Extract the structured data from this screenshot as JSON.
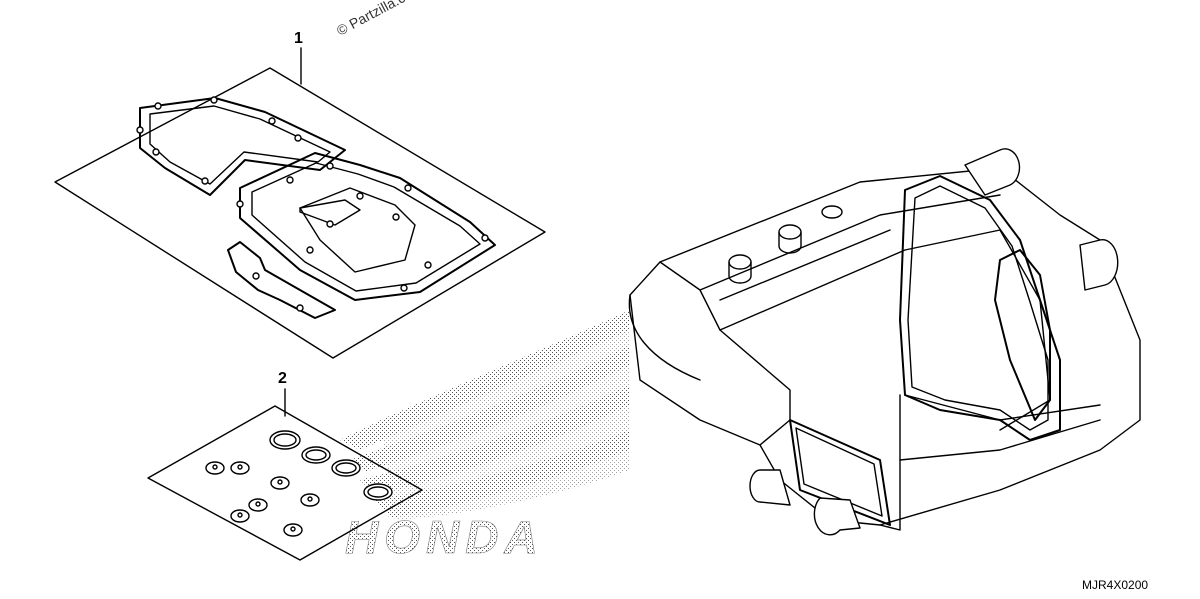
{
  "watermark": "© Partzilla.c",
  "callouts": {
    "one": "1",
    "two": "2"
  },
  "brand_watermark": "HONDA",
  "diagram_code": "MJR4X0200"
}
